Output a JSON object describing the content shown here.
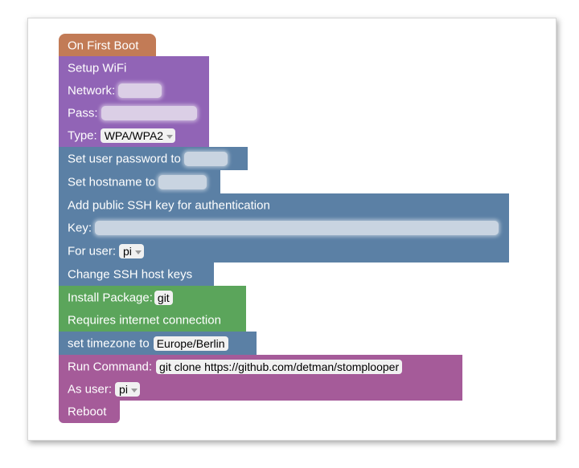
{
  "blocks": {
    "first_boot": {
      "label": "On First Boot",
      "color": "#c27b56"
    },
    "wifi": {
      "title": "Setup WiFi",
      "network_label": "Network:",
      "pass_label": "Pass:",
      "type_label": "Type:",
      "type_value": "WPA/WPA2",
      "color": "#9164b6"
    },
    "user_password": {
      "label": "Set user password to",
      "color": "#5b80a5"
    },
    "hostname": {
      "label": "Set hostname to",
      "color": "#5b80a5"
    },
    "ssh_key": {
      "title": "Add public SSH key for authentication",
      "key_label": "Key:",
      "user_label": "For user:",
      "user_value": "pi",
      "color": "#5b80a5"
    },
    "host_keys": {
      "label": "Change SSH host keys",
      "color": "#5b80a5"
    },
    "install": {
      "label": "Install Package:",
      "package": "git",
      "note": "Requires internet connection",
      "color": "#5ba55b"
    },
    "timezone": {
      "label": "set timezone to",
      "value": "Europe/Berlin",
      "color": "#5b80a5"
    },
    "run_command": {
      "label": "Run Command:",
      "command": "git clone https://github.com/detman/stomplooper",
      "user_label": "As user:",
      "user_value": "pi",
      "color": "#a55b99"
    },
    "reboot": {
      "label": "Reboot",
      "color": "#a55b99"
    }
  }
}
